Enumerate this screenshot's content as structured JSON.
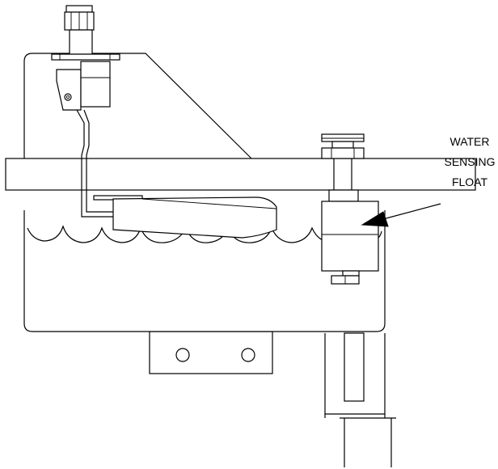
{
  "callout": {
    "line1": "WATER",
    "line2": "SENSING",
    "line3": "FLOAT"
  }
}
